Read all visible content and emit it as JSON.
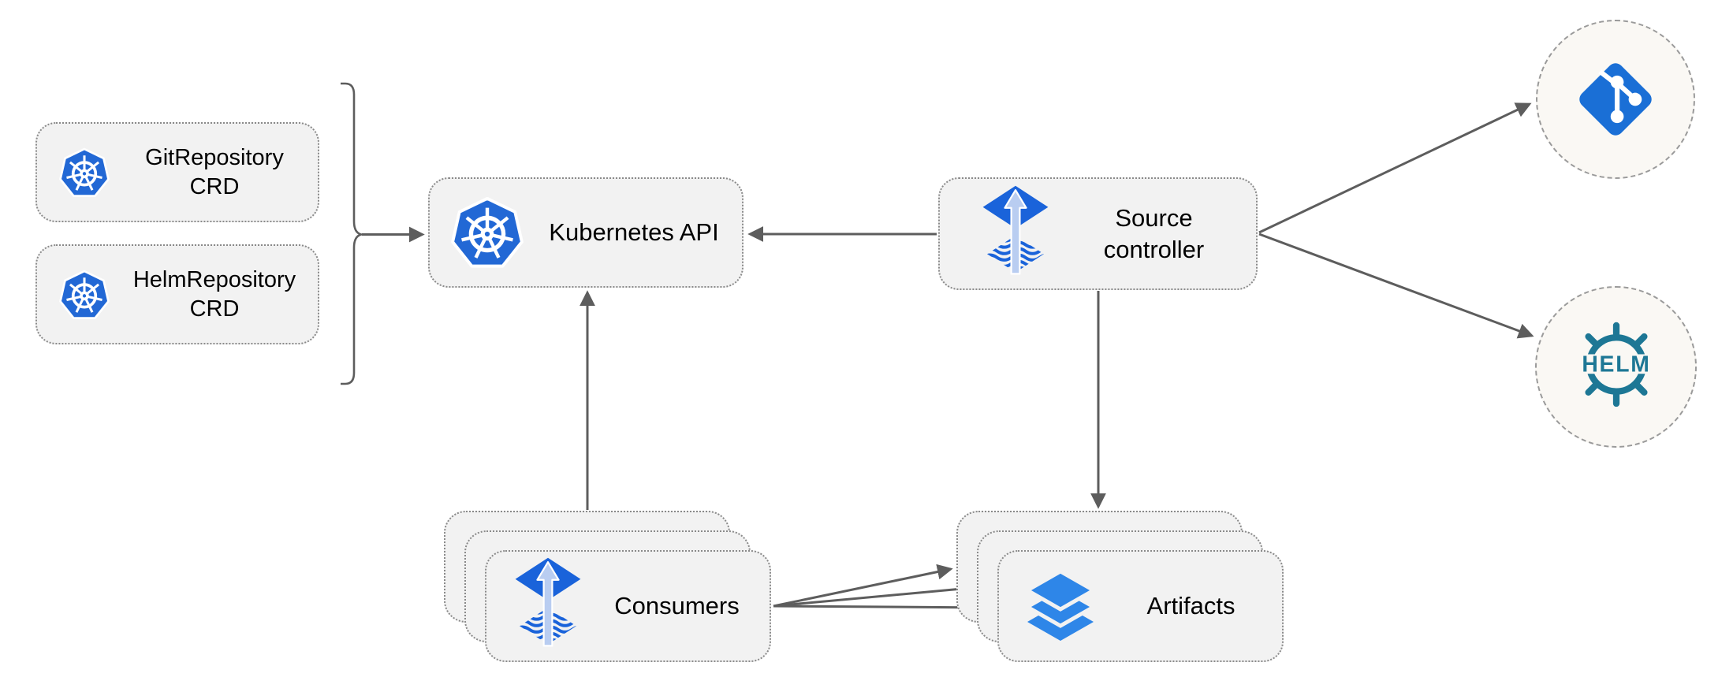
{
  "diagram": {
    "nodes": {
      "git_crd": {
        "label_line1": "GitRepository",
        "label_line2": "CRD",
        "icon": "kubernetes-logo"
      },
      "helm_crd": {
        "label_line1": "HelmRepository",
        "label_line2": "CRD",
        "icon": "kubernetes-logo"
      },
      "k8s_api": {
        "label": "Kubernetes API",
        "icon": "kubernetes-logo"
      },
      "source_controller": {
        "label_line1": "Source",
        "label_line2": "controller",
        "icon": "flux-logo"
      },
      "consumers": {
        "label": "Consumers",
        "stacked": true,
        "icon": "flux-logo"
      },
      "artifacts": {
        "label": "Artifacts",
        "stacked": true,
        "icon": "layers-icon"
      },
      "git_remote": {
        "icon": "git-logo"
      },
      "helm_remote": {
        "icon": "helm-logo",
        "badge_text": "HELM"
      }
    },
    "edges": [
      {
        "from": "crd-group",
        "to": "kubernetes-api"
      },
      {
        "from": "source-controller",
        "to": "kubernetes-api"
      },
      {
        "from": "consumers",
        "to": "kubernetes-api"
      },
      {
        "from": "source-controller",
        "to": "artifacts"
      },
      {
        "from": "source-controller",
        "to": "git-remote"
      },
      {
        "from": "source-controller",
        "to": "helm-remote"
      },
      {
        "from": "consumers",
        "to": "artifacts",
        "count": 3
      }
    ],
    "colors": {
      "kubernetes_blue": "#2268d5",
      "flux_blue": "#1a63da",
      "flux_arrow_light": "#b9cdf1",
      "git_blue": "#1a6fd6",
      "helm_teal": "#1d7795",
      "layers_blue": "#2e86e8",
      "arrow_gray": "#5d5d5d",
      "node_fill": "#f2f2f2",
      "node_border": "#8a8a8a",
      "circle_fill": "#faf8f4",
      "circle_border": "#9a9a9a",
      "text_color": "#000000"
    }
  }
}
